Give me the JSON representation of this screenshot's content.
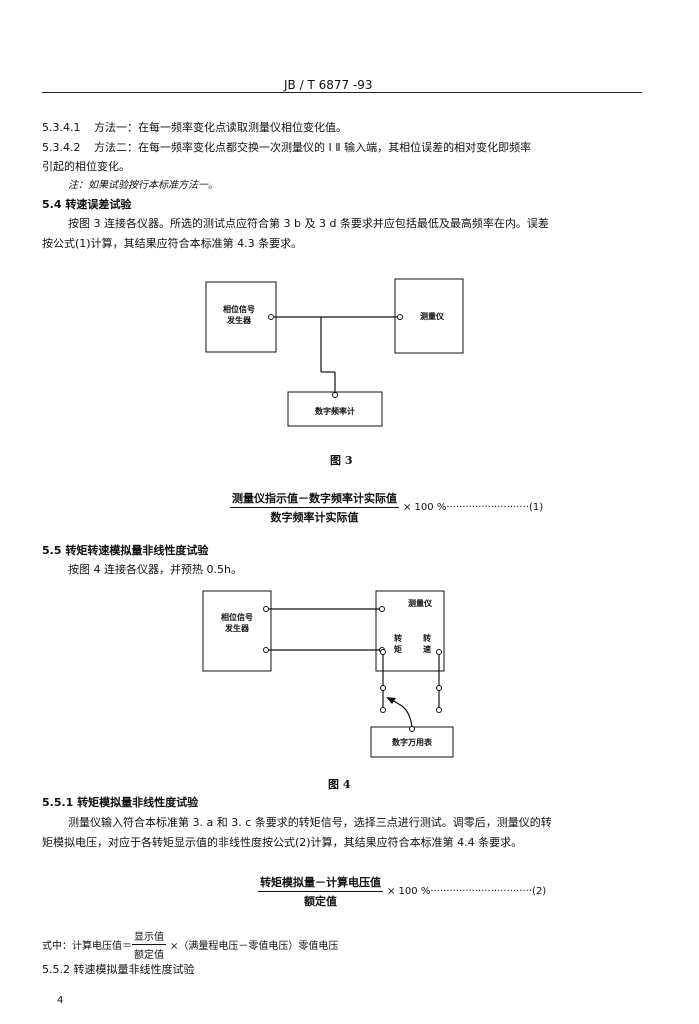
{
  "header": {
    "std_no": "JB / T 6877 -93"
  },
  "sec_5341": {
    "num": "5.3.4.1",
    "text": "方法一：在每一频率变化点读取测量仪相位变化值。"
  },
  "sec_5342": {
    "num": "5.3.4.2",
    "text_line1": "方法二：在每一频率变化点都交换一次测量仪的 Ⅰ Ⅱ 输入端，其相位误差的相对变化即频率",
    "text_line2": "引起的相位变化。"
  },
  "note": "注：如果试验按行本标准方法一。",
  "sec_54": {
    "heading": "5.4  转速误差试验",
    "body_line1": "按图 3 连接各仪器。所选的测试点应符合第 3 b 及 3 d 条要求并应包括最低及最高频率在内。误差",
    "body_line2": "按公式(1)计算，其结果应符合本标准第 4.3 条要求。"
  },
  "fig3": {
    "caption": "图 3",
    "gen_line1": "相位信号",
    "gen_line2": "发生器",
    "meter": "测量仪",
    "counter": "数字频率计"
  },
  "formula1": {
    "numerator": "测量仪指示值－数字频率计实际值",
    "denominator": "数字频率计实际值",
    "tail": "× 100 %··························(1)"
  },
  "sec_55": {
    "heading": "5.5  转矩转速模拟量非线性度试验",
    "body": "按图 4 连接各仪器，并预热 0.5h。"
  },
  "fig4": {
    "caption": "图 4",
    "gen_line1": "相位信号",
    "gen_line2": "发生器",
    "meter": "测量仪",
    "torque_line1": "转",
    "torque_line2": "矩",
    "speed_line1": "转",
    "speed_line2": "速",
    "dvm": "数字万用表"
  },
  "sec_551": {
    "heading": "5.5.1  转矩模拟量非线性度试验",
    "body_line1": "测量仪输入符合本标准第 3. a 和 3. c 条要求的转矩信号，选择三点进行测试。调零后，测量仪的转",
    "body_line2": "矩模拟电压，对应于各转矩显示值的非线性度按公式(2)计算，其结果应符合本标准第 4.4 条要求。"
  },
  "formula2": {
    "numerator": "转矩模拟量－计算电压值",
    "denominator": "额定值",
    "tail": "× 100 %································(2)"
  },
  "where": {
    "prefix": "式中：计算电压值＝",
    "numerator": "显示值",
    "denominator": "额定值",
    "suffix": "×（满量程电压－零值电压）零值电压"
  },
  "sec_552": {
    "heading": "5.5.2  转速模拟量非线性度试验"
  },
  "page_number": "4"
}
